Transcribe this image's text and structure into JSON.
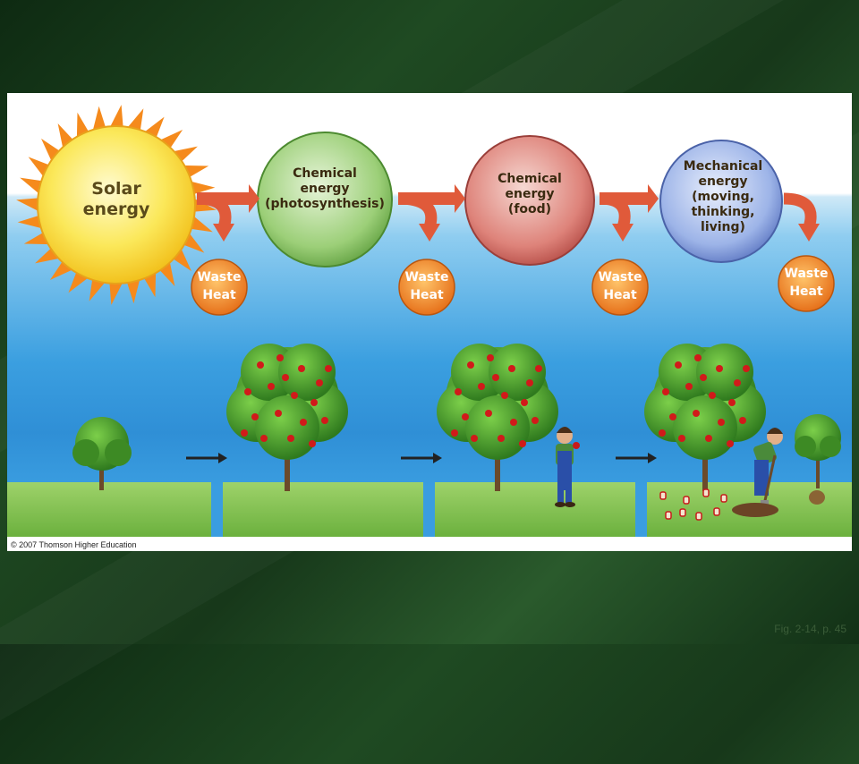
{
  "diagram": {
    "stages": [
      {
        "id": "solar",
        "label": "Solar\nenergy"
      },
      {
        "id": "photosynthesis",
        "label": "Chemical\nenergy\n(photosynthesis)"
      },
      {
        "id": "food",
        "label": "Chemical\nenergy\n(food)"
      },
      {
        "id": "mechanical",
        "label": "Mechanical\nenergy\n(moving,\nthinking,\nliving)"
      }
    ],
    "waste_labels": [
      "Waste\nHeat",
      "Waste\nHeat",
      "Waste\nHeat",
      "Waste\nHeat"
    ],
    "copyright": "© 2007 Thomson Higher Education"
  },
  "figure_ref": "Fig. 2-14, p. 45",
  "colors": {
    "sun": "#f7e24a",
    "photosynthesis": "#8fc46a",
    "food": "#d9736e",
    "mechanical": "#8aa7e0",
    "waste": "#ee8a2a",
    "arrow": "#e05a3a"
  }
}
